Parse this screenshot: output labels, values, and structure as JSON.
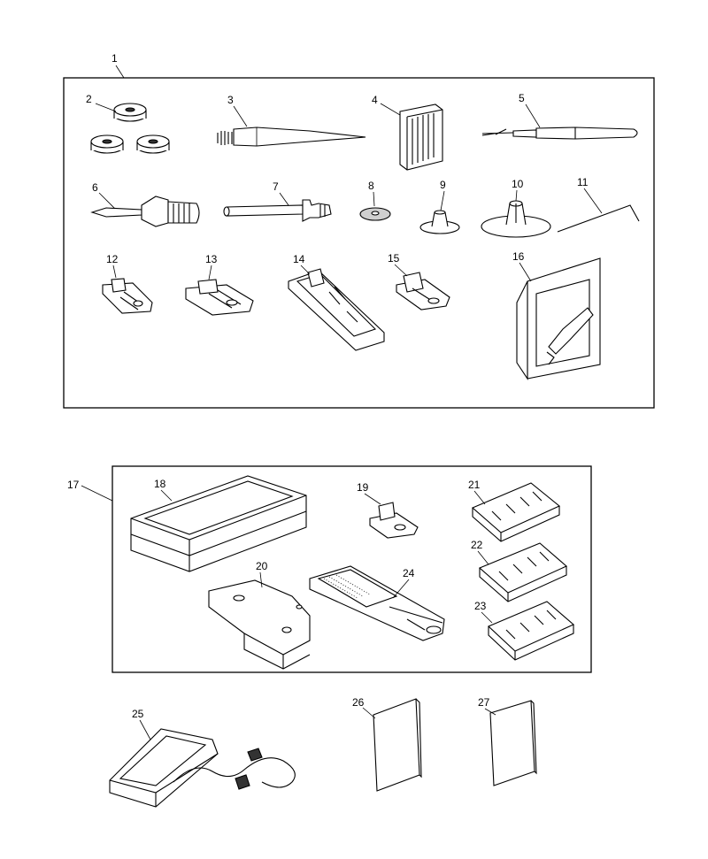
{
  "groups": [
    {
      "id": "1",
      "label": "1"
    },
    {
      "id": "17",
      "label": "17"
    }
  ],
  "parts": [
    {
      "id": "2",
      "label": "2"
    },
    {
      "id": "3",
      "label": "3"
    },
    {
      "id": "4",
      "label": "4"
    },
    {
      "id": "5",
      "label": "5"
    },
    {
      "id": "6",
      "label": "6"
    },
    {
      "id": "7",
      "label": "7"
    },
    {
      "id": "8",
      "label": "8"
    },
    {
      "id": "9",
      "label": "9"
    },
    {
      "id": "10",
      "label": "10"
    },
    {
      "id": "11",
      "label": "11"
    },
    {
      "id": "12",
      "label": "12"
    },
    {
      "id": "13",
      "label": "13"
    },
    {
      "id": "14",
      "label": "14"
    },
    {
      "id": "15",
      "label": "15"
    },
    {
      "id": "16",
      "label": "16"
    },
    {
      "id": "18",
      "label": "18"
    },
    {
      "id": "19",
      "label": "19"
    },
    {
      "id": "20",
      "label": "20"
    },
    {
      "id": "21",
      "label": "21"
    },
    {
      "id": "22",
      "label": "22"
    },
    {
      "id": "23",
      "label": "23"
    },
    {
      "id": "24",
      "label": "24"
    },
    {
      "id": "25",
      "label": "25"
    },
    {
      "id": "26",
      "label": "26"
    },
    {
      "id": "27",
      "label": "27"
    }
  ]
}
